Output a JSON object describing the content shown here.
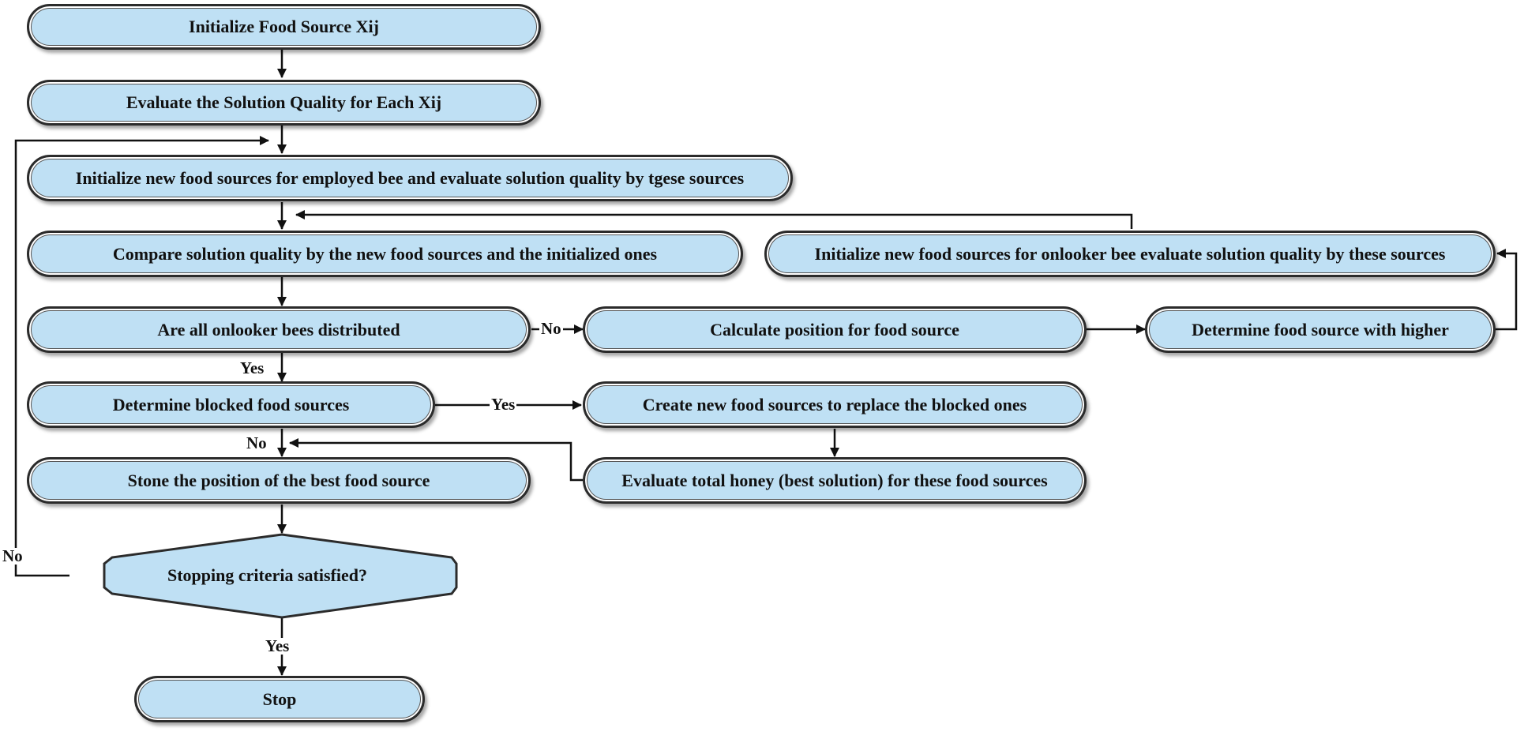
{
  "nodes": {
    "init_food_source": "Initialize Food Source Xij",
    "evaluate_quality": "Evaluate the Solution Quality for Each Xij",
    "init_employed": "Initialize new food sources for employed bee and evaluate solution quality by tgese sources",
    "compare_quality": "Compare solution quality by the new food sources and the initialized ones",
    "init_onlooker": "Initialize new food sources for onlooker bee evaluate solution quality by these sources",
    "onlookers_distributed": "Are all onlooker bees distributed",
    "calculate_position": "Calculate position  for food source",
    "determine_higher": "Determine food source with  higher",
    "determine_blocked": "Determine blocked food sources",
    "create_new_sources": "Create new food sources to replace the blocked ones",
    "store_best": "Stone the position of the best food source",
    "evaluate_honey": "Evaluate total honey (best solution) for these food sources",
    "stopping_criteria": "Stopping criteria satisfied?",
    "stop": "Stop"
  },
  "edge_labels": {
    "onlookers_no": "No",
    "onlookers_yes": "Yes",
    "blocked_yes": "Yes",
    "blocked_no": "No",
    "stopping_no": "No",
    "stopping_yes": "Yes"
  },
  "colors": {
    "node_fill": "#bfe0f4",
    "node_border": "#2b2b2b",
    "line": "#111111"
  }
}
